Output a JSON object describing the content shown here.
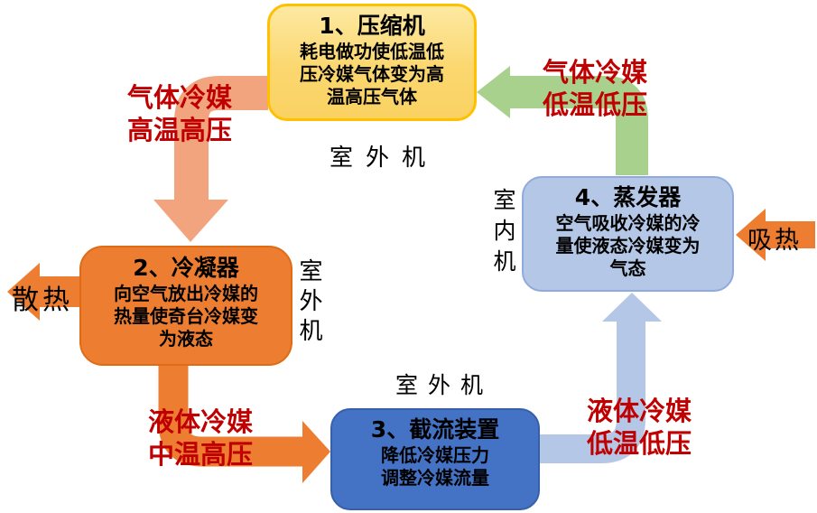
{
  "boxes": [
    {
      "id": "compressor",
      "title": "1、压缩机",
      "body": "耗电做功使低温低\n压冷媒气体变为高\n温高压气体"
    },
    {
      "id": "condenser",
      "title": "2、冷凝器",
      "body": "向空气放出冷媒的\n热量使奇台冷媒变\n为液态"
    },
    {
      "id": "throttle",
      "title": "3、截流装置",
      "body": "降低冷媒压力\n调整冷媒流量"
    },
    {
      "id": "evaporator",
      "title": "4、蒸发器",
      "body": "空气吸收冷媒的冷\n量使液态冷媒变为\n气态"
    }
  ],
  "flow_labels": {
    "gas_high": {
      "line1": "气体冷媒",
      "line2": "高温高压"
    },
    "gas_low": {
      "line1": "气体冷媒",
      "line2": "低温低压"
    },
    "liquid_mid": {
      "line1": "液体冷媒",
      "line2": "中温高压"
    },
    "liquid_low": {
      "line1": "液体冷媒",
      "line2": "低温低压"
    }
  },
  "unit_labels": {
    "outdoor_top": "室外机",
    "outdoor_side": "室外机",
    "outdoor_bottom": "室外机",
    "indoor": "室内机"
  },
  "heat_labels": {
    "dissipate": "散热",
    "absorb": "吸热"
  },
  "colors": {
    "box_compressor_fill": "#FBD76F",
    "box_compressor_border": "#FFC000",
    "box_condenser_fill": "#EC7D31",
    "box_throttle_fill": "#4472C4",
    "box_evaporator_fill": "#B4C7E7",
    "arrow_salmon": "#F2A47E",
    "arrow_orange": "#ED7D31",
    "arrow_light_blue": "#B4C7E7",
    "arrow_green": "#A9D18E",
    "flow_label_red": "#C00000",
    "text_black": "#000000"
  }
}
